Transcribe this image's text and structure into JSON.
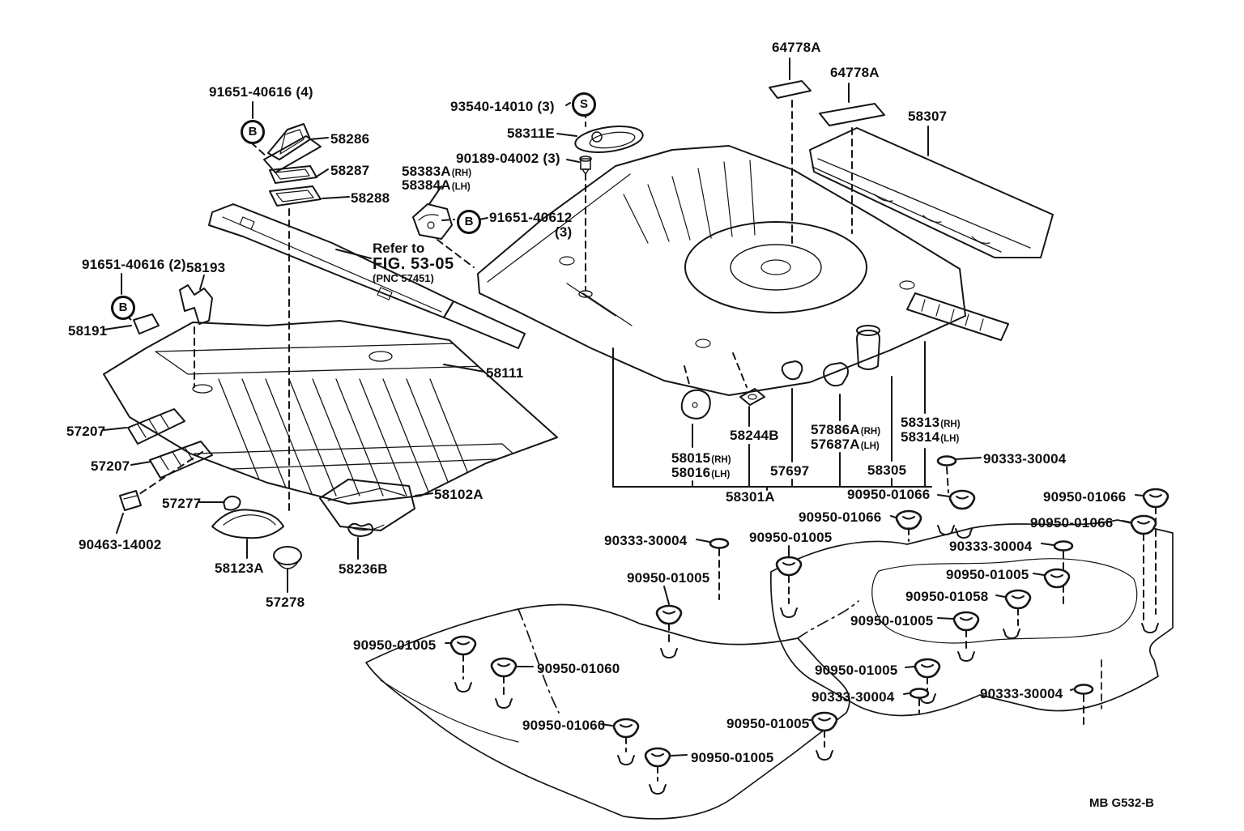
{
  "figure": {
    "code": "MB G532-B"
  },
  "fastener_symbols": {
    "b": "B",
    "s": "S"
  },
  "reference_note": {
    "line1": "Refer to",
    "line2": "FIG. 53-05",
    "line3": "(PNC 57451)"
  },
  "callouts": {
    "c01": {
      "text": "91651-40616 (4)"
    },
    "c02": {
      "text": "58286"
    },
    "c03": {
      "text": "58287"
    },
    "c04": {
      "text": "58288"
    },
    "c05": {
      "text": "93540-14010 (3)"
    },
    "c06": {
      "text": "58311E"
    },
    "c07": {
      "text": "90189-04002 (3)"
    },
    "c08": {
      "text": "58383A",
      "suffix": "(RH)"
    },
    "c09": {
      "text": "58384A",
      "suffix": "(LH)"
    },
    "c10": {
      "text": "91651-40612"
    },
    "c11": {
      "text": "(3)"
    },
    "c13": {
      "text": "91651-40616 (2)"
    },
    "c14": {
      "text": "58193"
    },
    "c15": {
      "text": "58191"
    },
    "c16": {
      "text": "58111"
    },
    "c17": {
      "text": "57207"
    },
    "c18": {
      "text": "57207"
    },
    "c19": {
      "text": "57277"
    },
    "c20": {
      "text": "90463-14002"
    },
    "c21": {
      "text": "58123A"
    },
    "c22": {
      "text": "57278"
    },
    "c23": {
      "text": "58236B"
    },
    "c24": {
      "text": "58102A"
    },
    "c25": {
      "text": "64778A"
    },
    "c26": {
      "text": "64778A"
    },
    "c27": {
      "text": "58307"
    },
    "c28": {
      "text": "58244B"
    },
    "c29": {
      "text": "58015",
      "suffix": "(RH)"
    },
    "c30": {
      "text": "58016",
      "suffix": "(LH)"
    },
    "c31": {
      "text": "57697"
    },
    "c32": {
      "text": "57886A",
      "suffix": "(RH)"
    },
    "c33": {
      "text": "57687A",
      "suffix": "(LH)"
    },
    "c34": {
      "text": "58313",
      "suffix": "(RH)"
    },
    "c35": {
      "text": "58314",
      "suffix": "(LH)"
    },
    "c36": {
      "text": "58305"
    },
    "c37": {
      "text": "58301A"
    },
    "c38": {
      "text": "90333-30004"
    },
    "c39": {
      "text": "90950-01066"
    },
    "c40": {
      "text": "90950-01066"
    },
    "c41": {
      "text": "90950-01066"
    },
    "c42": {
      "text": "90950-01066"
    },
    "c43": {
      "text": "90333-30004"
    },
    "c44": {
      "text": "90333-30004"
    },
    "c45": {
      "text": "90950-01005"
    },
    "c46": {
      "text": "90950-01005"
    },
    "c47": {
      "text": "90950-01005"
    },
    "c48": {
      "text": "90950-01058"
    },
    "c49": {
      "text": "90950-01005"
    },
    "c50": {
      "text": "90950-01060"
    },
    "c51": {
      "text": "90950-01060"
    },
    "c52": {
      "text": "90950-01005"
    },
    "c53": {
      "text": "90950-01005"
    },
    "c54": {
      "text": "90333-30004"
    },
    "c55": {
      "text": "90333-30004"
    },
    "c56": {
      "text": "90950-01005"
    },
    "c57": {
      "text": "90950-01005"
    }
  }
}
